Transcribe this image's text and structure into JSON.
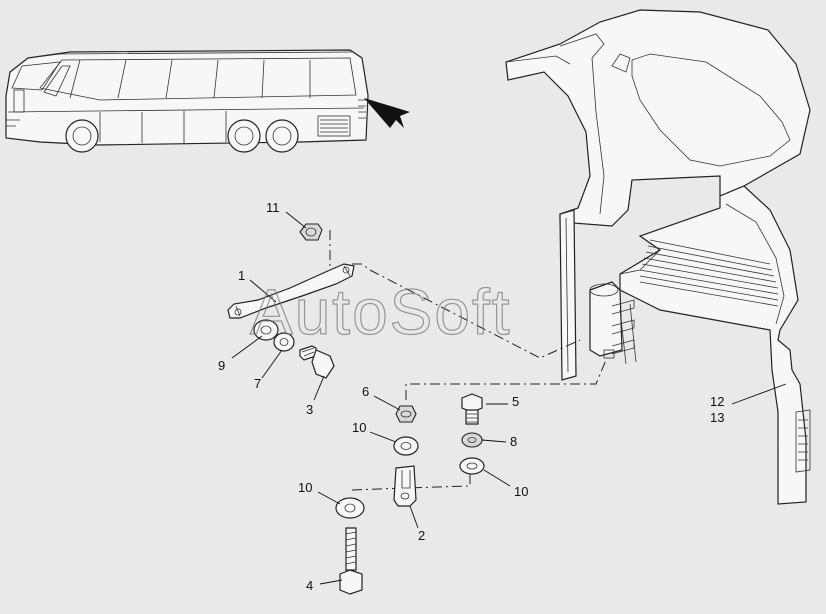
{
  "watermark": "AutoSoft",
  "callouts": {
    "c1": "1",
    "c2": "2",
    "c3": "3",
    "c4": "4",
    "c5": "5",
    "c6": "6",
    "c7": "7",
    "c8": "8",
    "c9": "9",
    "c10a": "10",
    "c10b": "10",
    "c10c": "10",
    "c11": "11",
    "c12": "12",
    "c13": "13"
  },
  "colors": {
    "background": "#e9e9e9",
    "ink": "#222222",
    "part_fill": "#f7f7f7"
  }
}
